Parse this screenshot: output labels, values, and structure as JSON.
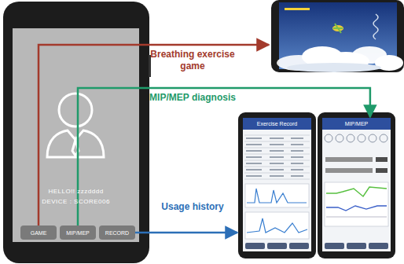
{
  "diagram": {
    "nodes": [
      {
        "text": [
          "HELLO!! zzzdddd",
          "DEVICE : SCORE006"
        ]
      },
      {
        "text": [
          "GAME"
        ],
        "in": 0
      },
      {
        "text": [
          "MIP/MEP"
        ],
        "in": 0
      },
      {
        "text": [
          "RECORD"
        ],
        "in": 0
      },
      {
        "text": [
          "Exercise Record"
        ]
      },
      {
        "text": [
          "MIP/MEP"
        ]
      }
    ],
    "edges": [
      {
        "from": 2,
        "to": 5,
        "label": "MIP/MEP diagnosis",
        "arrow": "to"
      },
      {
        "from": 3,
        "to": 4,
        "label": "Usage history",
        "arrow": "to"
      }
    ],
    "labels": [
      "Breathing exercise game"
    ]
  }
}
